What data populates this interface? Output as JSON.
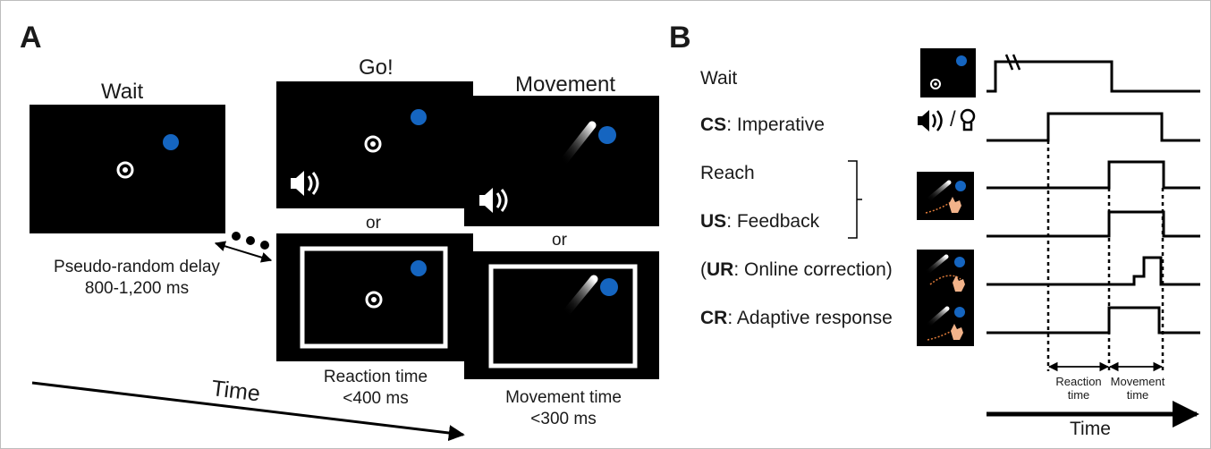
{
  "panel_a": {
    "label": "A",
    "wait": {
      "title": "Wait"
    },
    "go": {
      "title": "Go!"
    },
    "movement": {
      "title": "Movement"
    },
    "or_labels": [
      "or",
      "or"
    ],
    "delay": {
      "line1": "Pseudo-random delay",
      "line2": "800-1,200 ms"
    },
    "reaction": {
      "line1": "Reaction time",
      "line2": "<400 ms"
    },
    "movement_time": {
      "line1": "Movement time",
      "line2": "<300 ms"
    },
    "time_label": "Time",
    "target_color": "#1565c0"
  },
  "panel_b": {
    "label": "B",
    "rows": [
      {
        "bold": "",
        "text": "Wait"
      },
      {
        "bold": "CS",
        "text": ": Imperative"
      },
      {
        "bold": "",
        "text": "Reach"
      },
      {
        "bold": "US",
        "text": ": Feedback"
      },
      {
        "prefix": "(",
        "bold": "UR",
        "text": ": Online correction)"
      },
      {
        "bold": "CR",
        "text": ": Adaptive response"
      }
    ],
    "cs_separator": "/",
    "reaction_time": {
      "line1": "Reaction",
      "line2": "time"
    },
    "movement_time": {
      "line1": "Movement",
      "line2": "time"
    },
    "time_label": "Time"
  }
}
